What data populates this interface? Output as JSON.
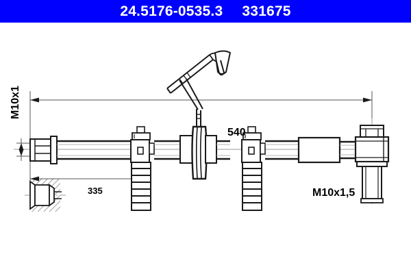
{
  "titlebar": {
    "part_number": "24.5176-0535.3",
    "reference_number": "331675",
    "background_color": "#0000ff",
    "text_color": "#ffffff"
  },
  "drawing": {
    "type": "technical-part-drawing",
    "subject": "brake hose assembly",
    "line_color": "#1a1a1a",
    "labels": {
      "length_total": "540",
      "length_partial": "335",
      "thread_left": "M10x1",
      "thread_right": "M10x1,5"
    },
    "components": [
      {
        "name": "left-end-fitting",
        "thread": "M10x1"
      },
      {
        "name": "hose-body"
      },
      {
        "name": "clip-bracket-left"
      },
      {
        "name": "spring-guard-left"
      },
      {
        "name": "center-hub-flange"
      },
      {
        "name": "retaining-arm-bracket"
      },
      {
        "name": "clip-bracket-right"
      },
      {
        "name": "spring-guard-right"
      },
      {
        "name": "right-banjo-fitting",
        "thread": "M10x1,5"
      },
      {
        "name": "banjo-bolt"
      },
      {
        "name": "section-detail-view"
      }
    ],
    "dimension_lines": [
      {
        "name": "dim-540",
        "value": "540"
      },
      {
        "name": "dim-335",
        "value": "335"
      },
      {
        "name": "dim-m10x1",
        "value": "M10x1"
      }
    ]
  }
}
